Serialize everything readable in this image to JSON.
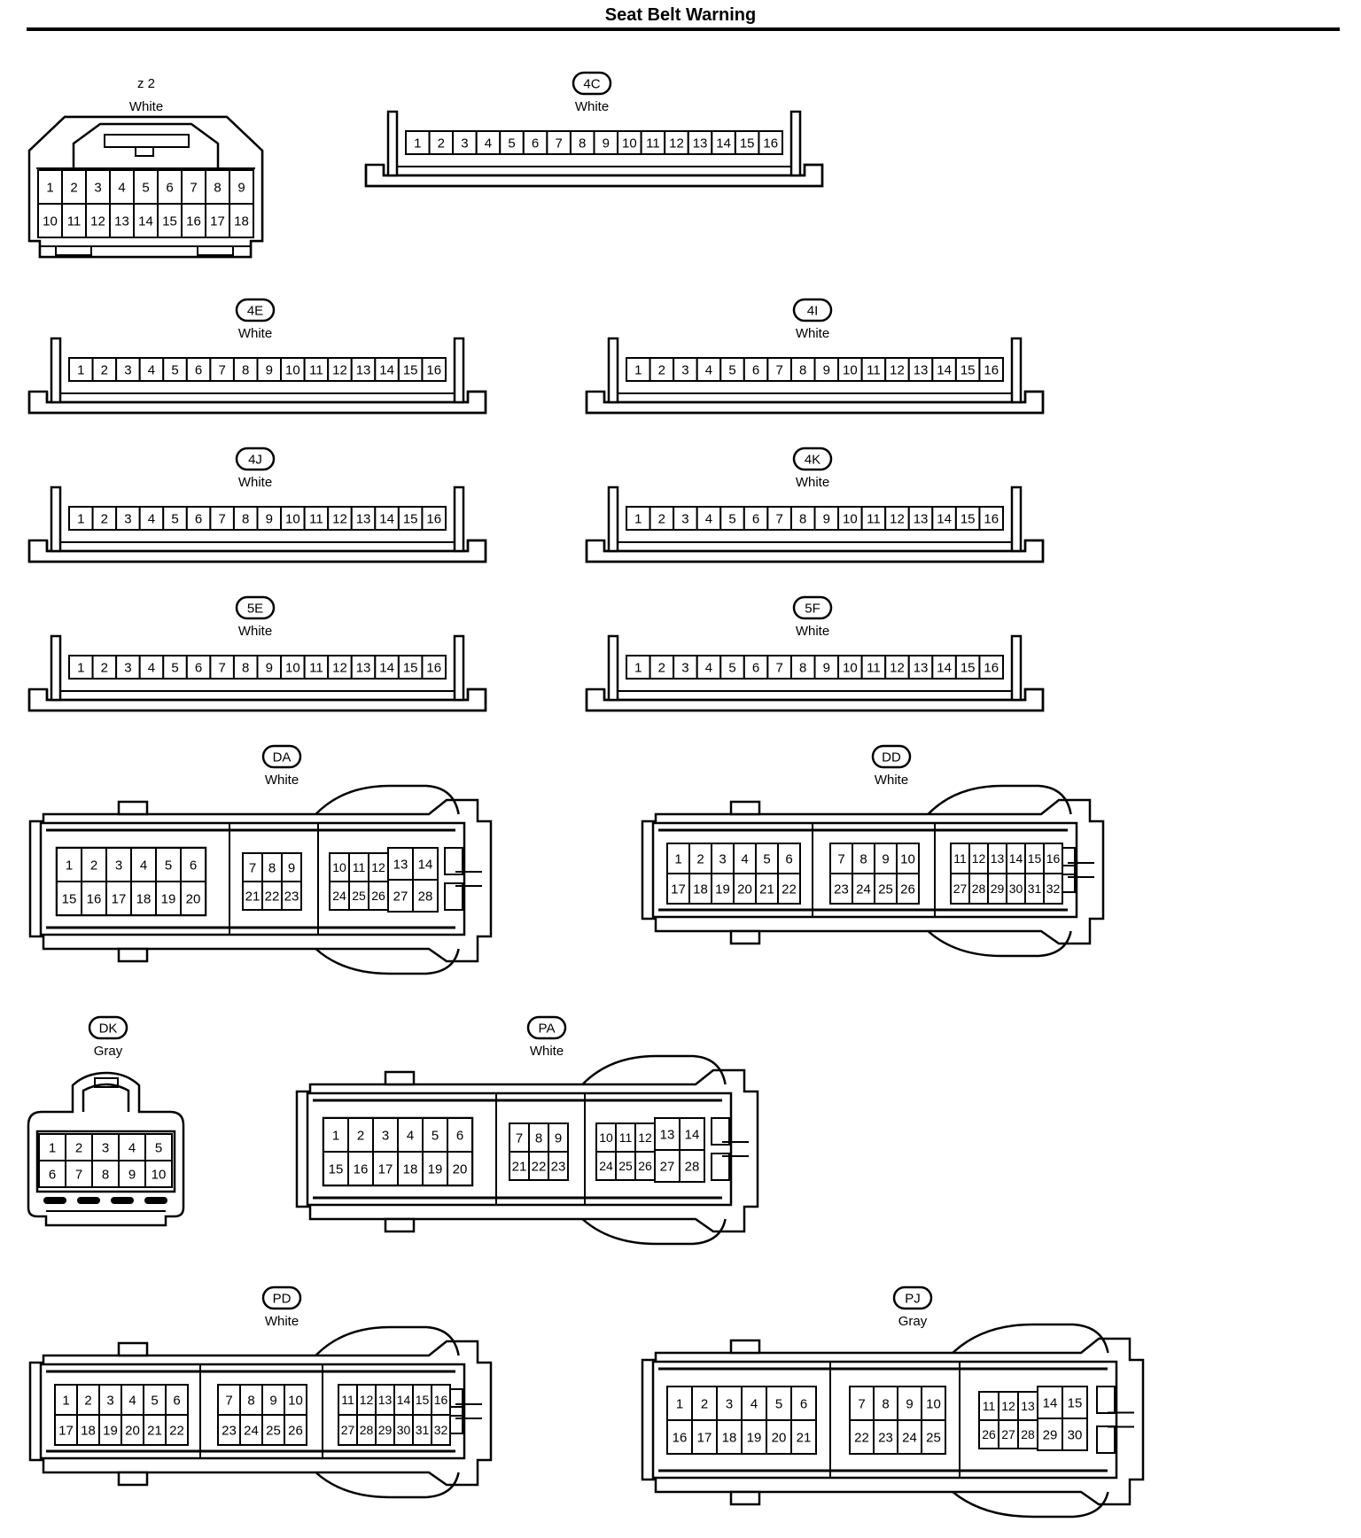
{
  "title": "Seat Belt Warning",
  "connectors": [
    {
      "id": "z2",
      "label": "z 2",
      "color": "White",
      "style": "plain",
      "pins": 18,
      "shape": "block18"
    },
    {
      "id": "4C",
      "label": "4C",
      "color": "White",
      "style": "pill",
      "pins": 16,
      "shape": "strip16"
    },
    {
      "id": "4E",
      "label": "4E",
      "color": "White",
      "style": "pill",
      "pins": 16,
      "shape": "strip16"
    },
    {
      "id": "4I",
      "label": "4I",
      "color": "White",
      "style": "pill",
      "pins": 16,
      "shape": "strip16"
    },
    {
      "id": "4J",
      "label": "4J",
      "color": "White",
      "style": "pill",
      "pins": 16,
      "shape": "strip16"
    },
    {
      "id": "4K",
      "label": "4K",
      "color": "White",
      "style": "pill",
      "pins": 16,
      "shape": "strip16"
    },
    {
      "id": "5E",
      "label": "5E",
      "color": "White",
      "style": "pill",
      "pins": 16,
      "shape": "strip16"
    },
    {
      "id": "5F",
      "label": "5F",
      "color": "White",
      "style": "pill",
      "pins": 16,
      "shape": "strip16"
    },
    {
      "id": "DA",
      "label": "DA",
      "color": "White",
      "style": "pill",
      "pins": 28,
      "shape": "ecu28"
    },
    {
      "id": "DD",
      "label": "DD",
      "color": "White",
      "style": "pill",
      "pins": 32,
      "shape": "ecu32"
    },
    {
      "id": "DK",
      "label": "DK",
      "color": "Gray",
      "style": "pill",
      "pins": 10,
      "shape": "block10"
    },
    {
      "id": "PA",
      "label": "PA",
      "color": "White",
      "style": "pill",
      "pins": 28,
      "shape": "ecu28"
    },
    {
      "id": "PD",
      "label": "PD",
      "color": "White",
      "style": "pill",
      "pins": 32,
      "shape": "ecu32"
    },
    {
      "id": "PJ",
      "label": "PJ",
      "color": "Gray",
      "style": "pill",
      "pins": 30,
      "shape": "ecu30"
    }
  ]
}
